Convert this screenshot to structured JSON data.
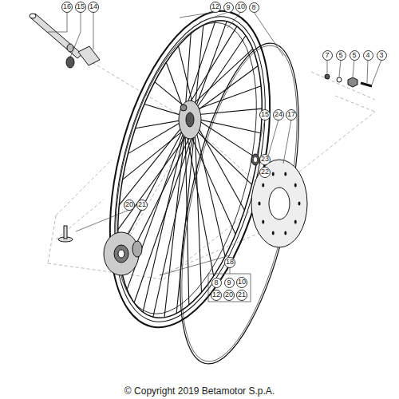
{
  "diagram": {
    "nodes": [
      {
        "text": [
          "16"
        ]
      },
      {
        "text": [
          "15"
        ]
      },
      {
        "text": [
          "14"
        ]
      },
      {
        "text": [
          "12"
        ]
      },
      {
        "text": [
          "9"
        ]
      },
      {
        "text": [
          "10"
        ]
      },
      {
        "text": [
          "8"
        ]
      },
      {
        "text": [
          "7"
        ]
      },
      {
        "text": [
          "5"
        ]
      },
      {
        "text": [
          "5"
        ]
      },
      {
        "text": [
          "4"
        ]
      },
      {
        "text": [
          "3"
        ]
      },
      {
        "text": [
          "15"
        ]
      },
      {
        "text": [
          "24"
        ]
      },
      {
        "text": [
          "17"
        ]
      },
      {
        "text": [
          "23"
        ]
      },
      {
        "text": [
          "22"
        ]
      },
      {
        "text": [
          "20"
        ]
      },
      {
        "text": [
          "21"
        ]
      },
      {
        "text": [
          "18"
        ]
      },
      {
        "text": [
          "8"
        ]
      },
      {
        "text": [
          "9"
        ]
      },
      {
        "text": [
          "10"
        ]
      },
      {
        "text": [
          "12"
        ]
      },
      {
        "text": [
          "20"
        ]
      },
      {
        "text": [
          "21"
        ]
      }
    ],
    "labels": [
      "© Copyright 2019 Betamotor S.p.A."
    ]
  }
}
